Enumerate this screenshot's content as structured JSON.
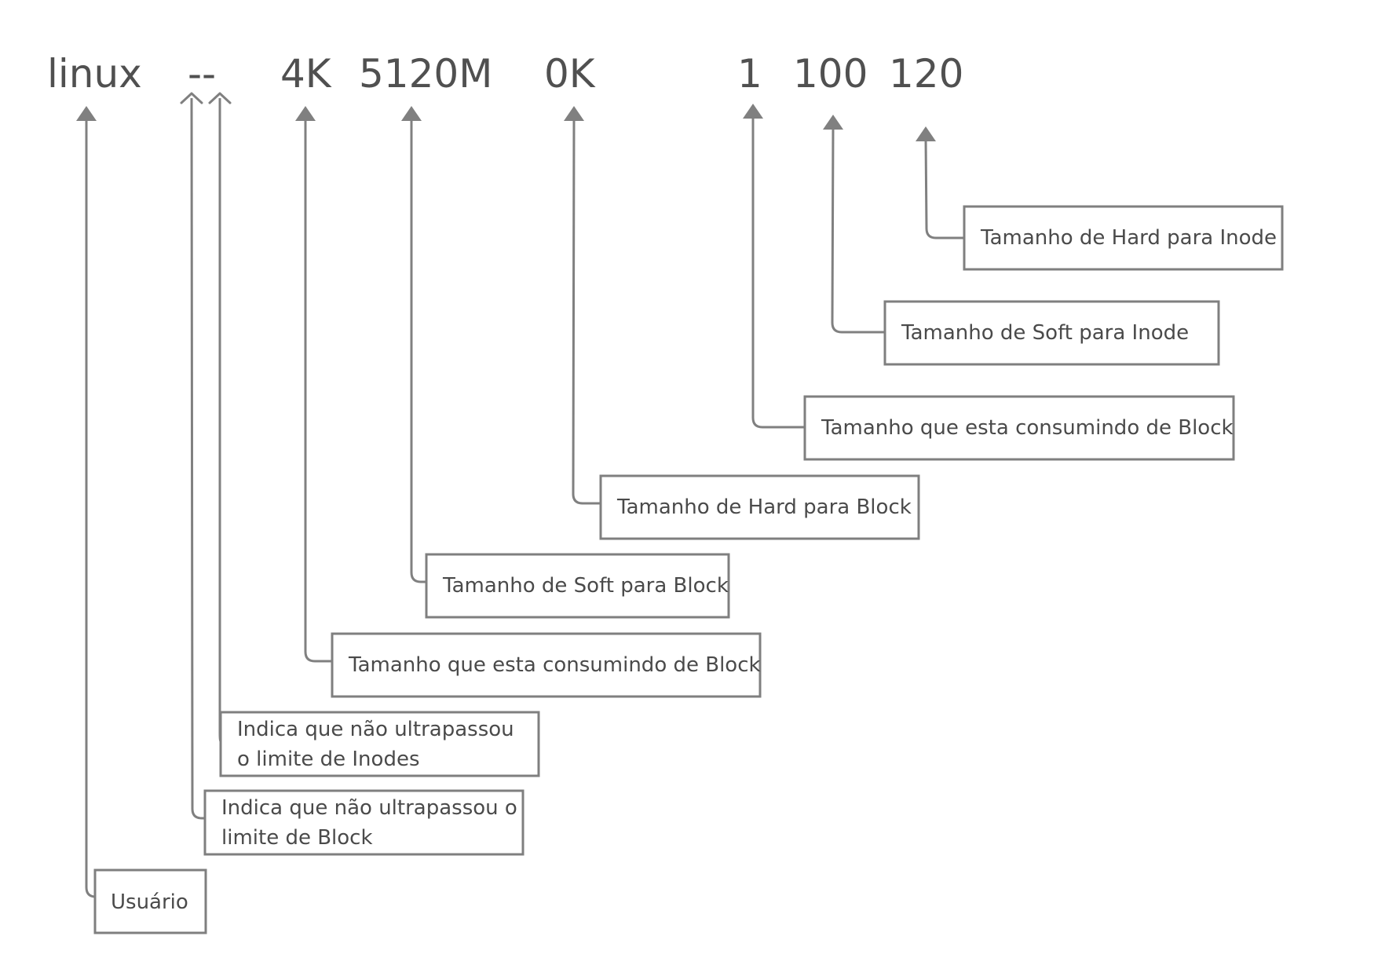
{
  "tokens": {
    "user": "linux",
    "flags": "--",
    "block_used": "4K",
    "block_soft": "5120M",
    "block_hard": "0K",
    "inode_used": "1",
    "inode_soft": "100",
    "inode_hard": "120"
  },
  "labels": {
    "user": "Usuário",
    "block_flag": [
      "Indica que não ultrapassou o",
      "limite de Block"
    ],
    "inode_flag": [
      "Indica que não ultrapassou",
      "o limite de Inodes"
    ],
    "block_used": "Tamanho que esta consumindo de Block",
    "block_soft": "Tamanho de Soft para Block",
    "block_hard": "Tamanho de Hard para Block",
    "inode_used": "Tamanho que esta consumindo de Block",
    "inode_soft": "Tamanho de Soft para Inode",
    "inode_hard": "Tamanho de Hard para Inode"
  },
  "colors": {
    "line": "#808080",
    "text": "#4a4a4a"
  }
}
